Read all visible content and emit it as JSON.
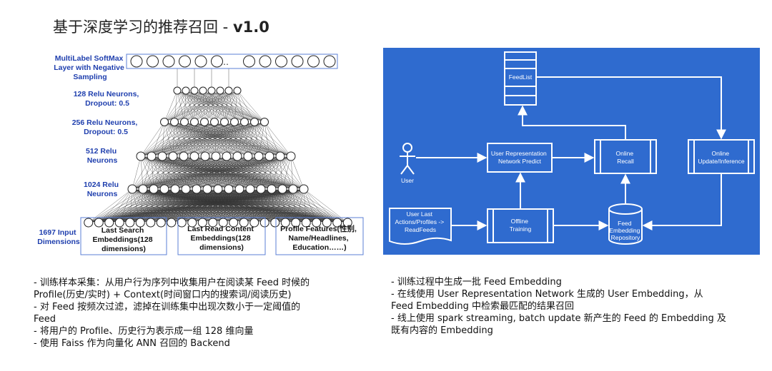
{
  "title": {
    "main": "基于深度学习的推荐召回 - ",
    "version": "v1.0"
  },
  "nn": {
    "softmax_label": [
      "MultiLabel SoftMax",
      "Layer with Negative",
      "Sampling"
    ],
    "softmax_dots": "…",
    "layer128_label": [
      "128 Relu Neurons,",
      "Dropout: 0.5"
    ],
    "layer256_label": [
      "256 Relu Neurons,",
      "Dropout: 0.5"
    ],
    "layer512_label": [
      "512 Relu",
      "Neurons"
    ],
    "layer1024_label": [
      "1024 Relu",
      "Neurons"
    ],
    "input_label": [
      "1697 Input",
      "Dimensions"
    ],
    "box1": [
      "Last Search",
      "Embeddings(128",
      "dimensions)"
    ],
    "box2": [
      "Last Read Content",
      "Embeddings(128",
      "dimensions)"
    ],
    "box3": [
      "Profile Features(性别,",
      "Name/Headlines,",
      "Education……)"
    ]
  },
  "flow": {
    "bg_color": "#2f6bcf",
    "feedlist": "FeedList",
    "user_rep": [
      "User Representation",
      "Network Predict"
    ],
    "online_recall": [
      "Online",
      "Recall"
    ],
    "online_update": [
      "Online",
      "Update/Inference"
    ],
    "user": "User",
    "user_last": [
      "User Last",
      "Actions/Profiles ->",
      "ReadFeeds"
    ],
    "offline": [
      "Offline",
      "Training"
    ],
    "feed_repo": [
      "Feed",
      "Embedding",
      "Repository"
    ]
  },
  "notes_left": [
    "- 训练样本采集：从用户行为序列中收集用户在阅读某 Feed 时候的",
    "Profile(历史/实时) + Context(时间窗口内的搜索词/阅读历史)",
    "- 对 Feed 按频次过滤，滤掉在训练集中出现次数小于一定阈值的",
    "Feed",
    "- 将用户的 Profile、历史行为表示成一组 128 维向量",
    "- 使用 Faiss 作为向量化 ANN 召回的 Backend"
  ],
  "notes_right": [
    "- 训练过程中生成一批 Feed Embedding",
    "- 在线使用 User Representation Network 生成的 User Embedding，从",
    "Feed Embedding 中检索最匹配的结果召回",
    "- 线上使用 spark streaming, batch update 新产生的 Feed 的 Embedding 及",
    "既有内容的 Embedding"
  ]
}
